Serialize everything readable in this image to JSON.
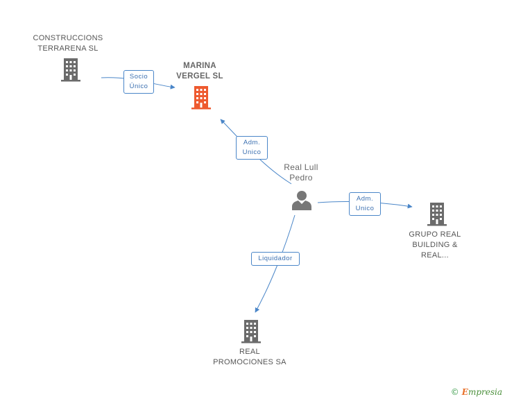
{
  "colors": {
    "edge": "#4a86c8",
    "building_default": "#6b6b6b",
    "building_focus": "#ee5a2f",
    "person": "#777777"
  },
  "nodes": {
    "construccions": {
      "line1": "CONSTRUCCIONS",
      "line2": "TERRARENA  SL",
      "icon": "building-icon"
    },
    "marina": {
      "line1": "MARINA",
      "line2": "VERGEL SL",
      "icon": "building-icon"
    },
    "person": {
      "line1": "Real Lull",
      "line2": "Pedro",
      "icon": "person-icon"
    },
    "grupo": {
      "line1": "GRUPO REAL",
      "line2": "BUILDING &",
      "line3": "REAL...",
      "icon": "building-icon"
    },
    "promociones": {
      "line1": "REAL",
      "line2": "PROMOCIONES SA",
      "icon": "building-icon"
    }
  },
  "edges": {
    "socio": {
      "line1": "Socio",
      "line2": "Único"
    },
    "adm_marina": {
      "line1": "Adm.",
      "line2": "Unico"
    },
    "adm_grupo": {
      "line1": "Adm.",
      "line2": "Unico"
    },
    "liquidador": {
      "line1": "Liquidador"
    }
  },
  "brand": {
    "copyright": "©",
    "initial": "E",
    "rest": "mpresia"
  }
}
